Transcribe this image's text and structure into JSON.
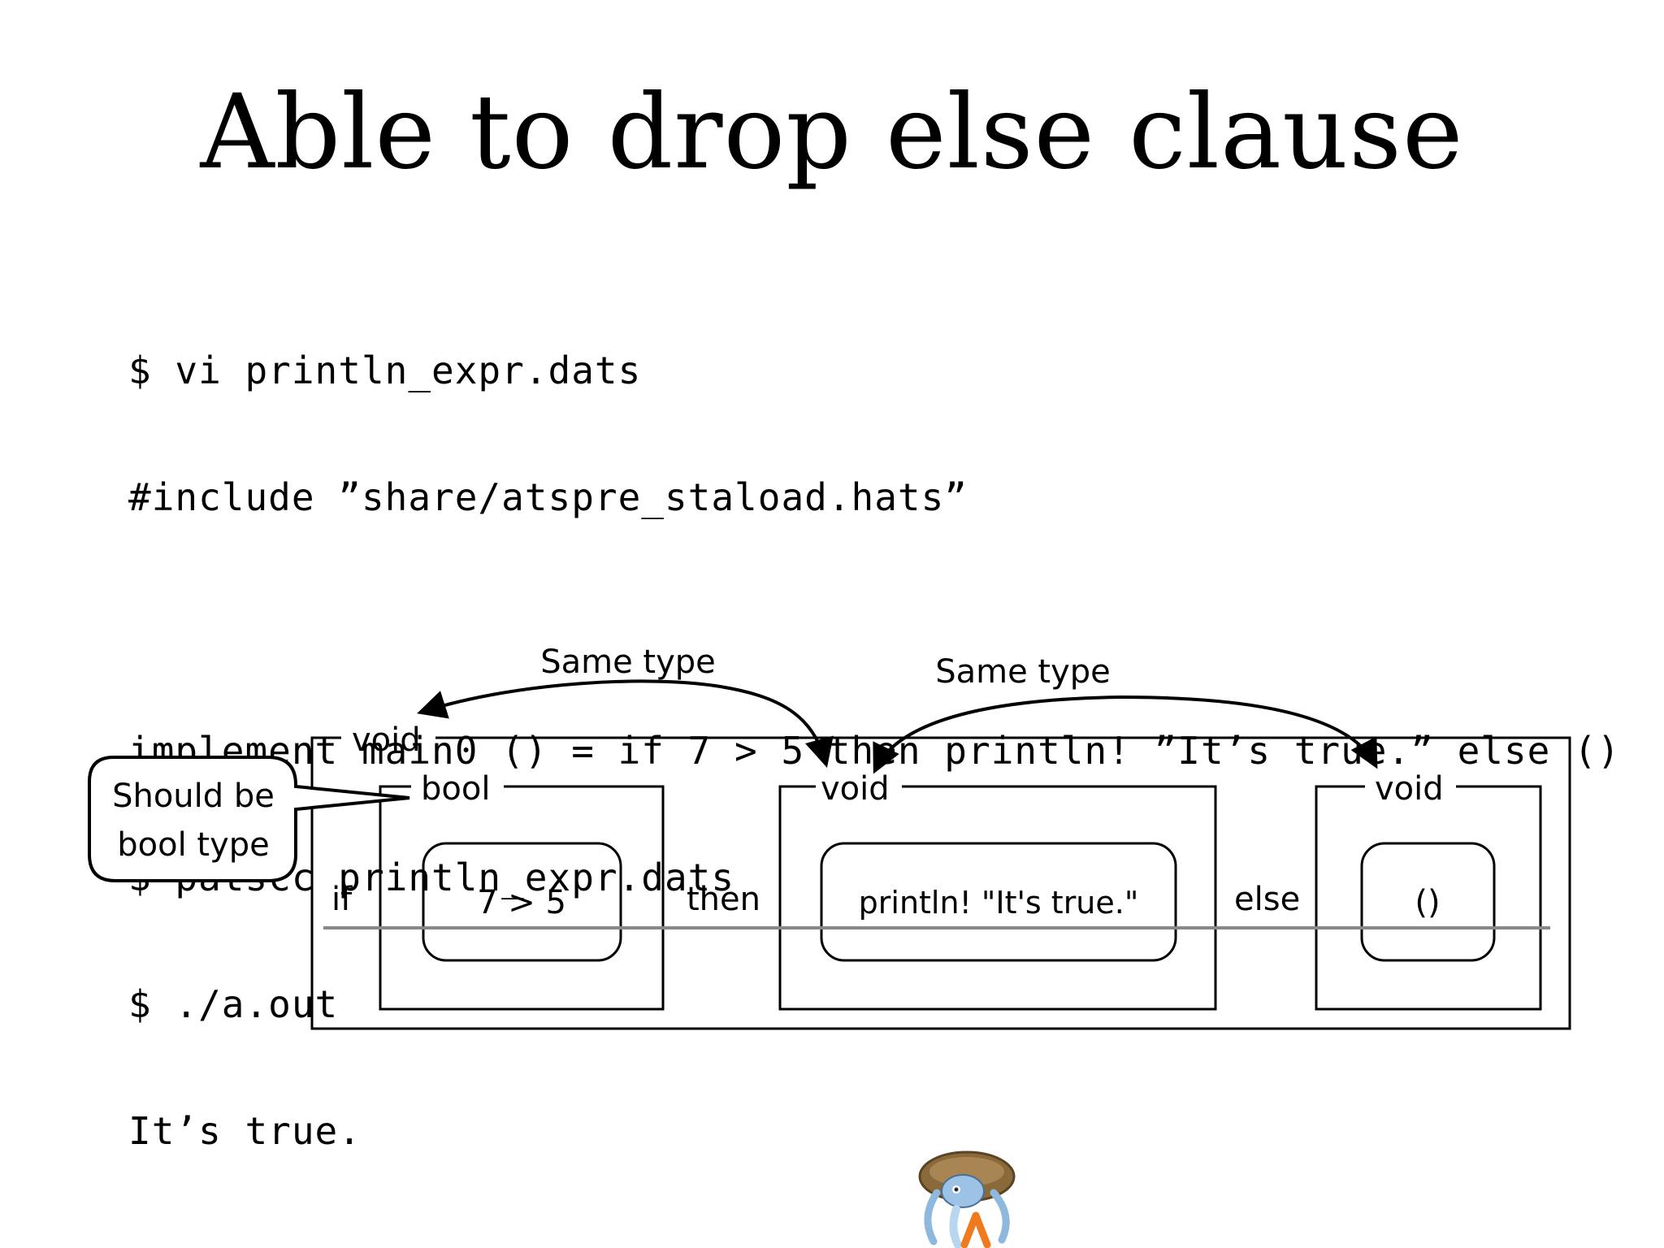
{
  "slide": {
    "title": "Able to drop else clause"
  },
  "code": {
    "lines": [
      "$ vi println_expr.dats",
      "#include ”share/atspre_staload.hats”",
      "",
      "implement main0 () = if 7 > 5 then println! ”It’s true.” else ()",
      "$ patscc println_expr.dats",
      "$ ./a.out",
      "It’s true."
    ]
  },
  "diagram": {
    "outer_type": "void",
    "same_type_left": "Same type",
    "same_type_right": "Same type",
    "callout": {
      "line1": "Should be",
      "line2": "bool type"
    },
    "keywords": {
      "if": "if",
      "then": "then",
      "else": "else"
    },
    "cond": {
      "type": "bool",
      "expr": "7 > 5"
    },
    "then_branch": {
      "type": "void",
      "expr": "println! \"It's true.\""
    },
    "else_branch": {
      "type": "void",
      "expr": "()"
    }
  }
}
